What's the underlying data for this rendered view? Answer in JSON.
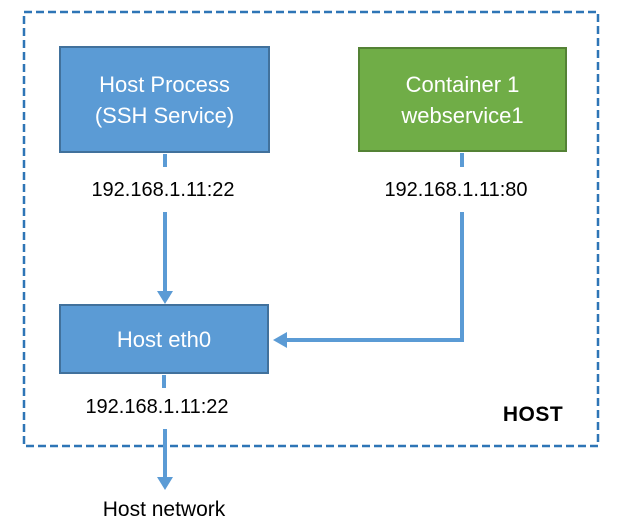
{
  "colors": {
    "background": "#FFFFFF",
    "node_blue_fill": "#5B9BD5",
    "node_blue_border": "#41719C",
    "node_green_fill": "#70AD47",
    "node_green_border": "#548235",
    "connector": "#5B9BD5",
    "boundary": "#2E75B6",
    "label_text": "#000000",
    "node_text": "#FFFFFF"
  },
  "boundary": {
    "label": "HOST"
  },
  "nodes": {
    "host_process": {
      "line1": "Host Process",
      "line2": "(SSH Service)",
      "endpoint": "192.168.1.11:22"
    },
    "container1": {
      "line1": "Container 1",
      "line2": "webservice1",
      "endpoint": "192.168.1.11:80"
    },
    "host_eth0": {
      "label": "Host eth0",
      "endpoint": "192.168.1.11:22"
    }
  },
  "external": {
    "label": "Host network"
  }
}
